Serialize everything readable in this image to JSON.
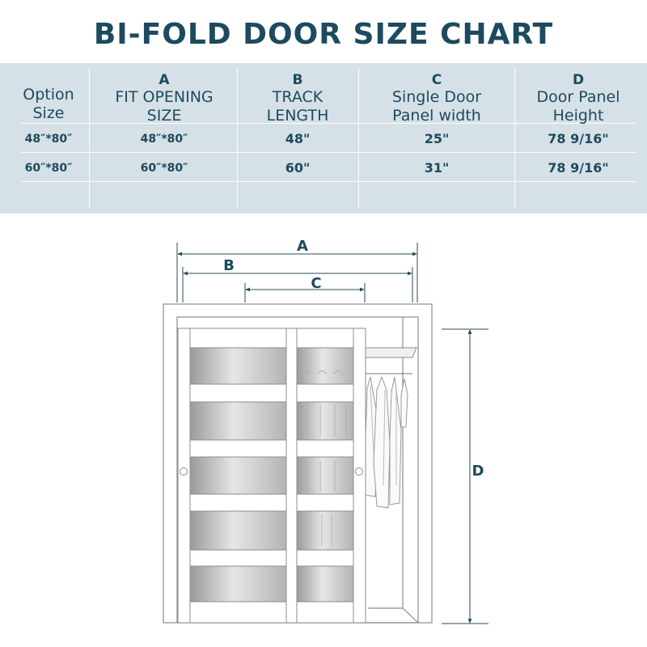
{
  "title": "BI-FOLD DOOR SIZE CHART",
  "columns": [
    {
      "letter": "",
      "lines": [
        "Option",
        "Size"
      ]
    },
    {
      "letter": "A",
      "lines": [
        "FIT OPENING",
        "SIZE"
      ]
    },
    {
      "letter": "B",
      "lines": [
        "TRACK",
        "LENGTH"
      ]
    },
    {
      "letter": "C",
      "lines": [
        "Single Door",
        "Panel width"
      ]
    },
    {
      "letter": "D",
      "lines": [
        "Door Panel",
        "Height"
      ]
    }
  ],
  "rows": [
    [
      "48″*80″",
      "48″*80″",
      "48\"",
      "25\"",
      "78 9/16\""
    ],
    [
      "60″*80″",
      "60″*80″",
      "60\"",
      "31\"",
      "78 9/16\""
    ]
  ],
  "diagram": {
    "label_a": "A",
    "label_b": "B",
    "label_c": "C",
    "label_d": "D"
  }
}
